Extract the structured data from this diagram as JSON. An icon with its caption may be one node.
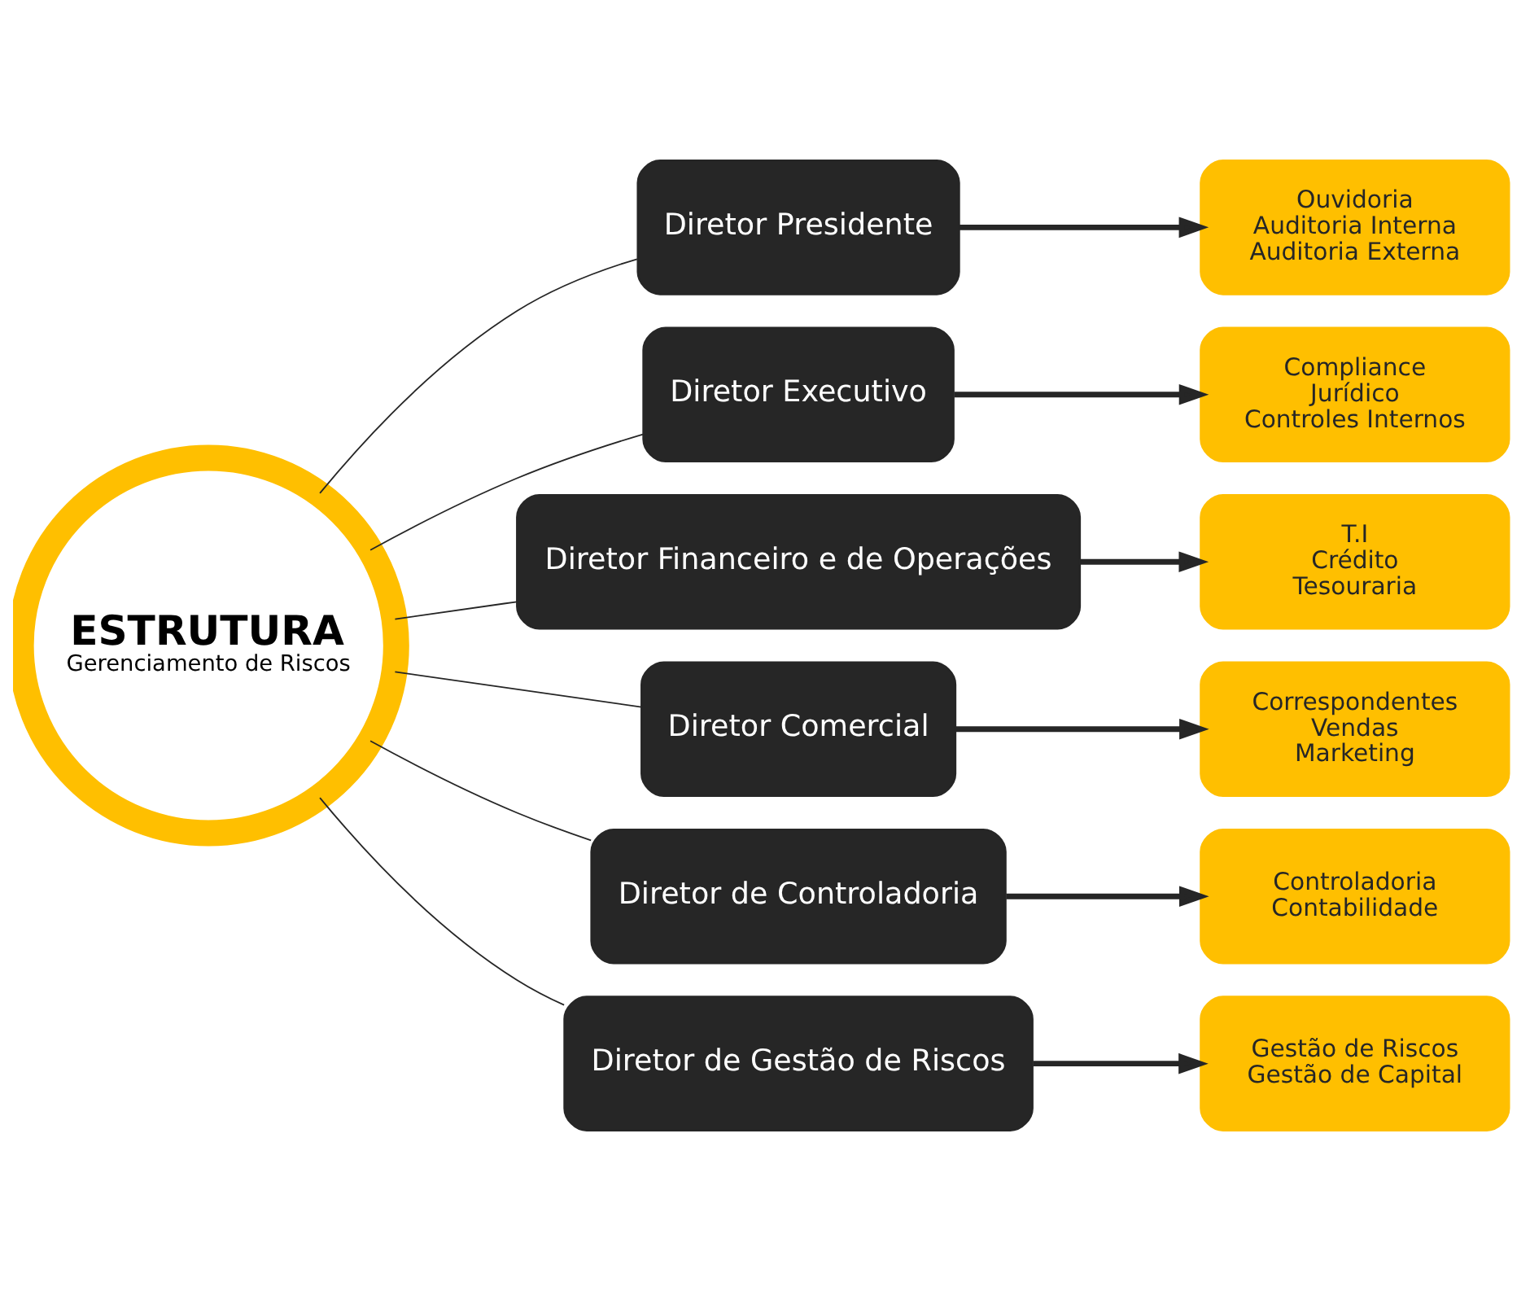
{
  "diagram": {
    "nodes": [
      {
        "text": [
          "ESTRUTURA",
          "Gerenciamento de Riscos"
        ]
      },
      {
        "text": [
          "Diretor Presidente"
        ]
      },
      {
        "text": [
          "Diretor Executivo"
        ]
      },
      {
        "text": [
          "Diretor Financeiro e de Operações"
        ]
      },
      {
        "text": [
          "Diretor Comercial"
        ]
      },
      {
        "text": [
          "Diretor de Controladoria"
        ]
      },
      {
        "text": [
          "Diretor de Gestão de Riscos"
        ]
      },
      {
        "text": [
          "Ouvidoria",
          "Auditoria Interna",
          "Auditoria Externa"
        ]
      },
      {
        "text": [
          "Compliance",
          "Jurídico",
          "Controles Internos"
        ]
      },
      {
        "text": [
          "T.I",
          "Crédito",
          "Tesouraria"
        ]
      },
      {
        "text": [
          "Correspondentes",
          "Vendas",
          "Marketing"
        ]
      },
      {
        "text": [
          "Controladoria",
          "Contabilidade"
        ]
      },
      {
        "text": [
          "Gestão de Riscos",
          "Gestão de Capital"
        ]
      }
    ],
    "edges": [
      {
        "from": 0,
        "to": 1,
        "arrow": "none"
      },
      {
        "from": 0,
        "to": 2,
        "arrow": "none"
      },
      {
        "from": 0,
        "to": 3,
        "arrow": "none"
      },
      {
        "from": 0,
        "to": 4,
        "arrow": "none"
      },
      {
        "from": 0,
        "to": 5,
        "arrow": "none"
      },
      {
        "from": 0,
        "to": 6,
        "arrow": "none"
      },
      {
        "from": 1,
        "to": 7,
        "arrow": "to",
        "style": "thick"
      },
      {
        "from": 2,
        "to": 8,
        "arrow": "to",
        "style": "thick"
      },
      {
        "from": 3,
        "to": 9,
        "arrow": "to",
        "style": "thick"
      },
      {
        "from": 4,
        "to": 10,
        "arrow": "to",
        "style": "thick"
      },
      {
        "from": 5,
        "to": 11,
        "arrow": "to",
        "style": "thick"
      },
      {
        "from": 6,
        "to": 12,
        "arrow": "to",
        "style": "thick"
      }
    ]
  }
}
